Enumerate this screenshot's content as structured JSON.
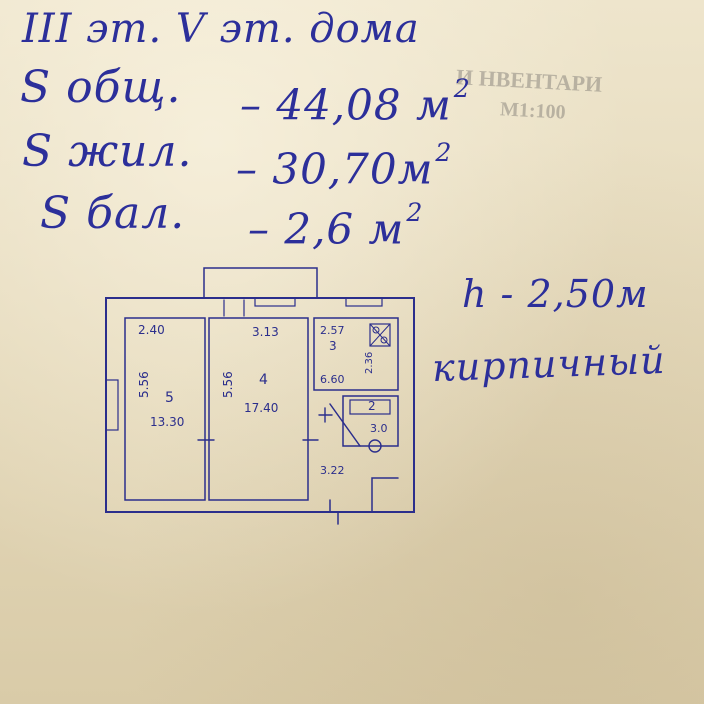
{
  "header": {
    "floor_line": "III эт.  V эт. дома",
    "total_area_label": "S общ.",
    "total_area_value": "44,08 м",
    "living_area_label": "S жил.",
    "living_area_value": "30,70м",
    "balcony_area_label": "S бал.",
    "balcony_area_value": "2,6 м",
    "area_unit_power": "2"
  },
  "side_notes": {
    "ceiling_height": "h - 2,50м",
    "material": "кирпичный"
  },
  "stamp": {
    "line1": "И НВЕНТАРИ",
    "line2": "М1:100"
  },
  "rooms": [
    {
      "number": "5",
      "area": "13.30",
      "width": "2.40",
      "length": "5.56"
    },
    {
      "number": "4",
      "area": "17.40",
      "width": "3.13",
      "length": "5.56"
    },
    {
      "number": "3",
      "area": "6.60",
      "width": "2.57",
      "length": "2.36"
    },
    {
      "number": "2",
      "area": "3.0"
    }
  ],
  "corridor": {
    "width": "3.22"
  },
  "colors": {
    "ink": "#2b2e8c",
    "paper": "#e7dcc0",
    "stamp": "#8a8785"
  }
}
